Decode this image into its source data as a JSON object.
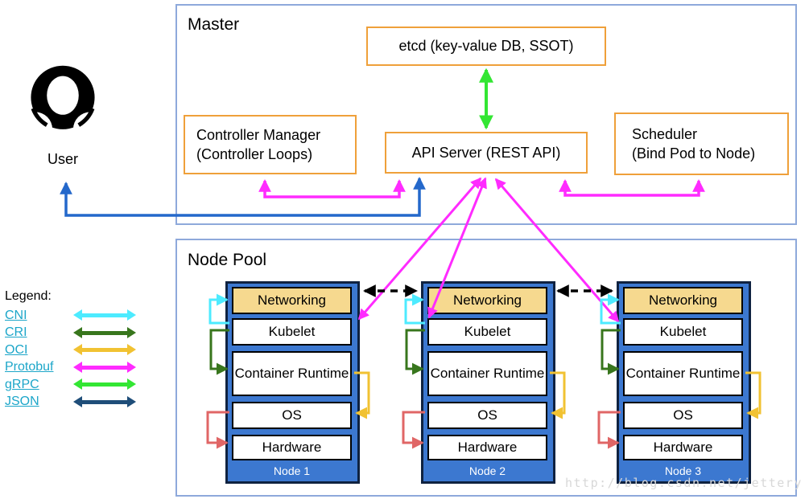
{
  "master": {
    "title": "Master",
    "etcd_label": "etcd (key-value DB, SSOT)",
    "controller_manager": {
      "line1": "Controller Manager",
      "line2": "(Controller Loops)"
    },
    "api_server_label": "API Server (REST API)",
    "scheduler": {
      "line1": "Scheduler",
      "line2": "(Bind Pod to Node)"
    }
  },
  "user": {
    "label": "User"
  },
  "node_pool": {
    "title": "Node Pool",
    "nodes": [
      {
        "name": "Node 1",
        "layers": {
          "networking": "Networking",
          "kubelet": "Kubelet",
          "container_runtime": "Container Runtime",
          "os": "OS",
          "hardware": "Hardware"
        }
      },
      {
        "name": "Node 2",
        "layers": {
          "networking": "Networking",
          "kubelet": "Kubelet",
          "container_runtime": "Container Runtime",
          "os": "OS",
          "hardware": "Hardware"
        }
      },
      {
        "name": "Node 3",
        "layers": {
          "networking": "Networking",
          "kubelet": "Kubelet",
          "container_runtime": "Container Runtime",
          "os": "OS",
          "hardware": "Hardware"
        }
      }
    ]
  },
  "legend": {
    "title": "Legend:",
    "items": [
      {
        "label": "CNI",
        "color": "#4DEBFF"
      },
      {
        "label": "CRI",
        "color": "#38761D"
      },
      {
        "label": "OCI",
        "color": "#F1C232"
      },
      {
        "label": "Protobuf",
        "color": "#FF2BFF"
      },
      {
        "label": "gRPC",
        "color": "#33E633"
      },
      {
        "label": "JSON",
        "color": "#1F4E79"
      }
    ]
  },
  "watermark": "http://blog.csdn.net/jettery",
  "colors": {
    "section_border": "#8EA9DB",
    "component_border_orange": "#EFA03A",
    "node_fill_blue": "#3C78D0",
    "networking_fill_tan": "#F6D98F",
    "user_api_arrow_blue": "#2468CB",
    "api_kubelet_arrow_magenta": "#FF2BFF",
    "etcd_api_arrow_green": "#33E633",
    "node_link_dashed_black": "#000000",
    "os_hardware_arrow_red": "#E06666",
    "legend_link_teal": "#1CA6C9"
  }
}
